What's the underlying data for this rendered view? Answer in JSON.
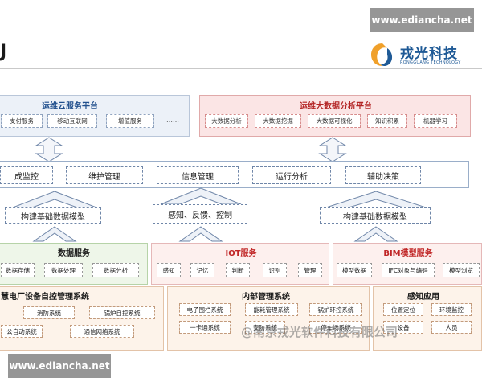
{
  "watermark": {
    "top": "www.ediancha.net",
    "bottom": "www.ediancha.net",
    "center": "@南京戎光软件科技有限公司"
  },
  "header": {
    "title_fragment": "J"
  },
  "logo": {
    "name": "戎光科技",
    "sub": "RONGGUANG TECHNOLOGY"
  },
  "cloud_platform": {
    "title": "运维云服务平台",
    "items": [
      "支付服务",
      "移动互联网",
      "增值服务"
    ],
    "more": "……"
  },
  "bigdata_platform": {
    "title": "运维大数据分析平台",
    "items": [
      "大数据分析",
      "大数据挖掘",
      "大数据可视化",
      "知识积累",
      "机器学习"
    ]
  },
  "functions": [
    "成监控",
    "维护管理",
    "信息管理",
    "运行分析",
    "辅助决策"
  ],
  "model_labels": [
    "构建基础数据模型",
    "感知、反馈、控制",
    "构建基础数据模型"
  ],
  "services": [
    {
      "title": "数据服务",
      "items": [
        "数据存储",
        "数据处理",
        "数据分析"
      ]
    },
    {
      "title": "IOT服务",
      "items": [
        "感知",
        "记忆",
        "判断",
        "识别",
        "管理"
      ]
    },
    {
      "title": "BIM模型服务",
      "items": [
        "模型数据",
        "IFC对象与编码",
        "模型浏览"
      ]
    }
  ],
  "systems": [
    {
      "title": "慧电厂设备自控管理系统",
      "items": [
        "消防系统",
        "锅炉自控系统",
        "公自动系统",
        "通信网络系统"
      ]
    },
    {
      "title": "内部管理系统",
      "items": [
        "电子围栏系统",
        "能耗管理系统",
        "锅炉环控系统",
        "一卡通系统",
        "安防系统",
        "停车场系统"
      ]
    },
    {
      "title": "感知应用",
      "items": [
        "位置定位",
        "环境监控",
        "设备",
        "人员"
      ]
    }
  ]
}
